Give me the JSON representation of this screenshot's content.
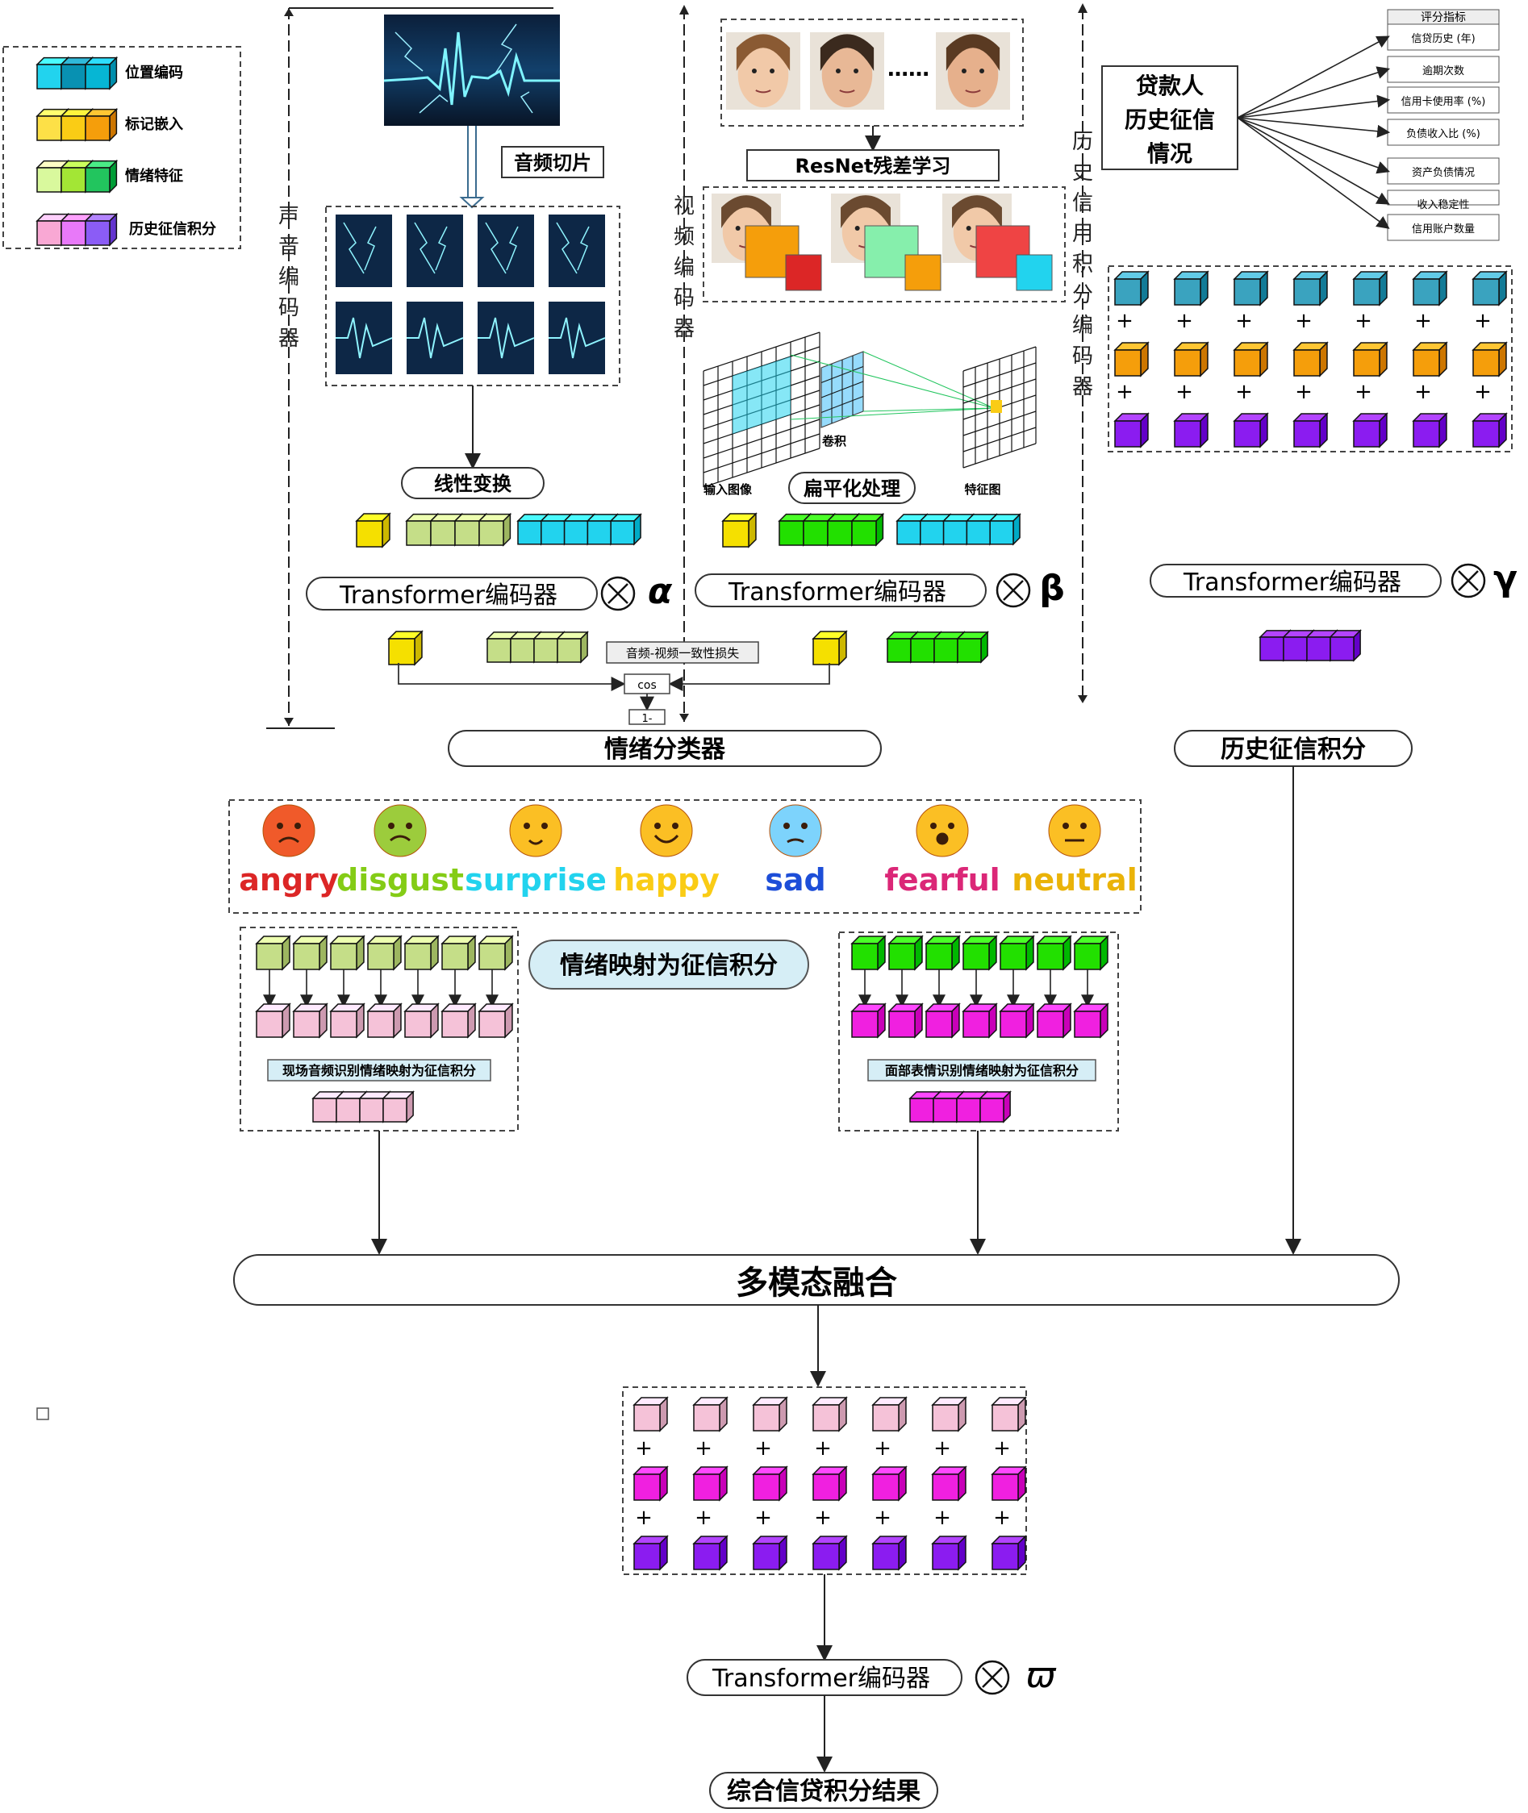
{
  "legend": {
    "items": [
      {
        "label": "位置编码",
        "colors": [
          "#22d3ee",
          "#0891b2",
          "#06b6d4"
        ]
      },
      {
        "label": "标记嵌入",
        "colors": [
          "#fde047",
          "#facc15",
          "#f59e0b"
        ]
      },
      {
        "label": "情绪特征",
        "colors": [
          "#d9f99d",
          "#a3e635",
          "#22c55e"
        ]
      },
      {
        "label": "历史征信积分",
        "colors": [
          "#f9a8d4",
          "#e879f9",
          "#8b5cf6"
        ]
      }
    ]
  },
  "audio": {
    "vertical_label": "声音编码器",
    "slice_label": "音频切片",
    "linear_label": "线性变换",
    "transformer_label": "Transformer编码器",
    "weight": "α"
  },
  "video": {
    "vertical_label": "视频编码器",
    "resnet_label": "ResNet残差学习",
    "dots": "……",
    "input_label": "输入图像",
    "conv_label": "卷积",
    "feature_label": "特征图",
    "flatten_label": "扁平化处理",
    "transformer_label": "Transformer编码器",
    "weight": "β"
  },
  "credit": {
    "vertical_label": "历史信用积分编码器",
    "box_label": "贷款人历史征信情况",
    "box_lines": [
      "贷款人",
      "历史征信",
      "情况"
    ],
    "table_header": "评分指标",
    "table_items": [
      "信贷历史 (年)",
      "逾期次数",
      "信用卡使用率 (%)",
      "负债收入比 (%)",
      "资产负债情况",
      "收入稳定性",
      "信用账户数量"
    ],
    "plus": "+",
    "transformer_label": "Transformer编码器",
    "weight": "γ",
    "score_label": "历史征信积分"
  },
  "consistency": {
    "loss_label": "音频-视频一致性损失",
    "cos_label": "cos",
    "one_minus_label": "1-"
  },
  "classifier_label": "情绪分类器",
  "emotions": [
    {
      "label": "angry",
      "color": "#dc2626"
    },
    {
      "label": "disgust",
      "color": "#84cc16"
    },
    {
      "label": "surprise",
      "color": "#22d3ee"
    },
    {
      "label": "happy",
      "color": "#facc15"
    },
    {
      "label": "sad",
      "color": "#1d4ed8"
    },
    {
      "label": "fearful",
      "color": "#db2777"
    },
    {
      "label": "neutral",
      "color": "#eab308"
    }
  ],
  "mapping": {
    "title": "情绪映射为征信积分",
    "audio_caption": "现场音频识别情绪映射为征信积分",
    "face_caption": "面部表情识别情绪映射为征信积分"
  },
  "fusion_label": "多模态融合",
  "final": {
    "transformer_label": "Transformer编码器",
    "weight": "ϖ",
    "plus": "+",
    "result_label": "综合信贷积分结果"
  },
  "colors": {
    "teal": "#3aa3bf",
    "cyan": "#22d3ee",
    "yellow": "#f5e000",
    "olive": "#c5de88",
    "green": "#22e000",
    "orange": "#f59e0b",
    "purple": "#8b1cf0",
    "pink": "#f5c2d8",
    "magenta": "#f020e0"
  }
}
